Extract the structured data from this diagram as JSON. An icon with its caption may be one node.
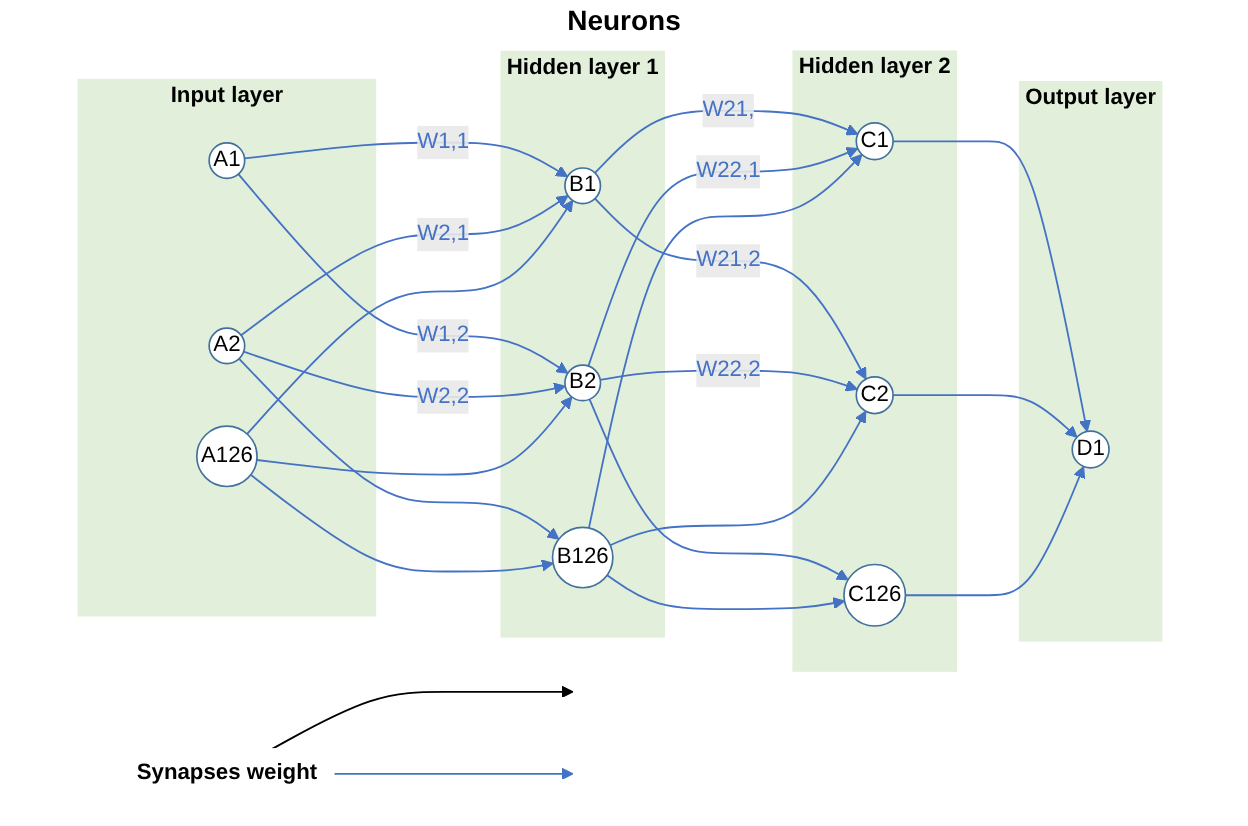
{
  "diagram": {
    "title": "Neurons",
    "nodes": [
      {
        "text": [
          "Input layer"
        ]
      },
      {
        "text": [
          "A1"
        ],
        "in": 0
      },
      {
        "text": [
          "A2"
        ],
        "in": 0
      },
      {
        "text": [
          "A126"
        ],
        "in": 0
      },
      {
        "text": [
          "Hidden layer 1"
        ]
      },
      {
        "text": [
          "B1"
        ],
        "in": 4
      },
      {
        "text": [
          "B2"
        ],
        "in": 4
      },
      {
        "text": [
          "B126"
        ],
        "in": 4
      },
      {
        "text": [
          "Hidden layer 2"
        ]
      },
      {
        "text": [
          "C1"
        ],
        "in": 8
      },
      {
        "text": [
          "C2"
        ],
        "in": 8
      },
      {
        "text": [
          "C126"
        ],
        "in": 8
      },
      {
        "text": [
          "Output layer"
        ]
      },
      {
        "text": [
          "D1"
        ],
        "in": 12
      },
      {
        "text": [
          "Synapses weight"
        ]
      }
    ],
    "edges": [
      {
        "from": 1,
        "to": 5,
        "arrow": "to",
        "label": "W1,1"
      },
      {
        "from": 1,
        "to": 6,
        "arrow": "to",
        "label": "W1,2"
      },
      {
        "from": 2,
        "to": 5,
        "arrow": "to",
        "label": "W2,1"
      },
      {
        "from": 2,
        "to": 6,
        "arrow": "to",
        "label": "W2,2"
      },
      {
        "from": 2,
        "to": 7,
        "arrow": "to"
      },
      {
        "from": 3,
        "to": 5,
        "arrow": "to"
      },
      {
        "from": 3,
        "to": 6,
        "arrow": "to"
      },
      {
        "from": 3,
        "to": 7,
        "arrow": "to"
      },
      {
        "from": 5,
        "to": 9,
        "arrow": "to",
        "label": "W21,"
      },
      {
        "from": 5,
        "to": 10,
        "arrow": "to",
        "label": "W21,2"
      },
      {
        "from": 6,
        "to": 9,
        "arrow": "to",
        "label": "W22,1"
      },
      {
        "from": 6,
        "to": 10,
        "arrow": "to",
        "label": "W22,2"
      },
      {
        "from": 6,
        "to": 11,
        "arrow": "to"
      },
      {
        "from": 7,
        "to": 9,
        "arrow": "to"
      },
      {
        "from": 7,
        "to": 10,
        "arrow": "to"
      },
      {
        "from": 7,
        "to": 11,
        "arrow": "to"
      },
      {
        "from": 9,
        "to": 13,
        "arrow": "to"
      },
      {
        "from": 10,
        "to": 13,
        "arrow": "to"
      },
      {
        "from": 11,
        "to": 13,
        "arrow": "to"
      },
      {
        "from": 14,
        "to": null,
        "arrow": "to",
        "color": "#000000"
      },
      {
        "from": 14,
        "to": null,
        "arrow": "to"
      }
    ]
  }
}
